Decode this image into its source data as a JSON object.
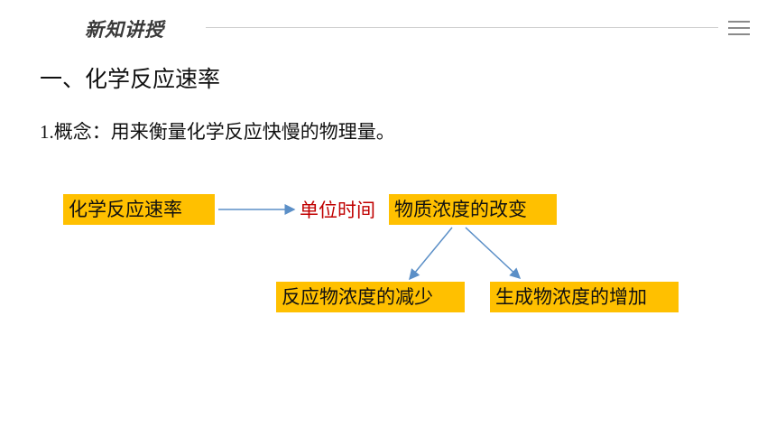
{
  "header": {
    "title": "新知讲授"
  },
  "section": {
    "heading": "一、化学反应速率"
  },
  "concept": {
    "number": "1.",
    "text": "概念：用来衡量化学反应快慢的物理量。"
  },
  "diagram": {
    "node_rate": "化学反应速率",
    "unit_time": "单位时间",
    "node_change": "物质浓度的改变",
    "node_decrease": "反应物浓度的减少",
    "node_increase": "生成物浓度的增加",
    "colors": {
      "box": "#ffc000",
      "arrow": "#5b8fc7",
      "emphasis": "#c00000"
    }
  }
}
